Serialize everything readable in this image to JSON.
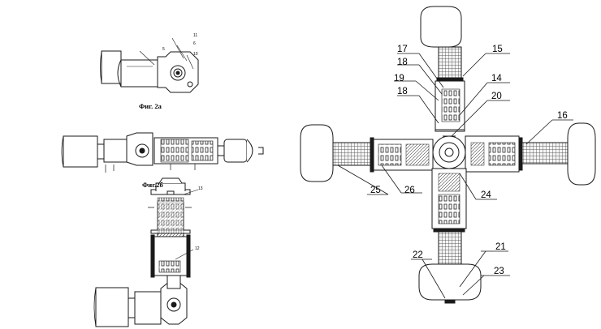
{
  "figures": {
    "fig2a": {
      "caption": "Фиг. 2а",
      "callouts": [
        "5",
        "11",
        "6",
        "10"
      ]
    },
    "fig2b": {
      "caption": "Фиг.2б"
    },
    "fig2c": {
      "callouts": [
        "13",
        "12"
      ]
    }
  },
  "main_callouts": {
    "c15": "15",
    "c17": "17",
    "c18a": "18",
    "c19": "19",
    "c18b": "18",
    "c14": "14",
    "c20": "20",
    "c16": "16",
    "c25": "25",
    "c26": "26",
    "c24": "24",
    "c22": "22",
    "c21": "21",
    "c23": "23"
  },
  "colors": {
    "ink": "#1a1a1a",
    "hatch": "#3a3a3a",
    "paper": "#ffffff"
  }
}
